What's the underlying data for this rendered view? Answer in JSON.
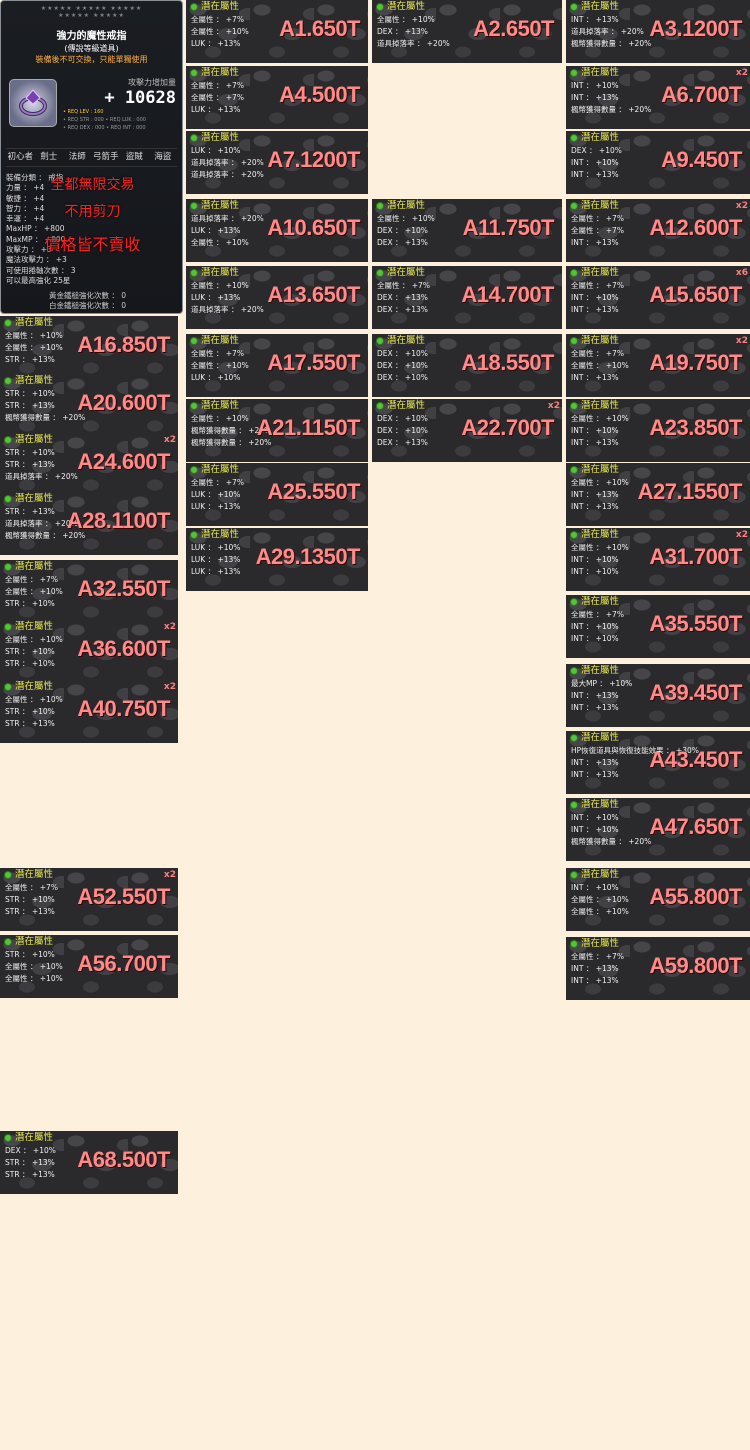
{
  "tooltip": {
    "stars": "★★★★★ ★★★★★ ★★★★★\n★★★★★ ★★★★★",
    "item_name": "強力的魔性戒指",
    "grade": "(傳說等級道具)",
    "restriction": "裝備後不可交換，只能單獨使用",
    "atk_label": "攻擊力增加量",
    "atk_value": "+ 10628",
    "req_line1": "• REQ LEV : 160",
    "req_line2": "• REQ STR : 000 • REQ LUK : 000",
    "req_line3": "• REQ DEX : 000 • REQ INT : 000",
    "jobs": [
      "初心者",
      "劍士",
      "法師",
      "弓箭手",
      "盜賊",
      "海盜"
    ],
    "stats": [
      "裝備分類 ： 戒指",
      "力量 ： +4",
      "敏捷 ： +4",
      "智力 ： +4",
      "幸運 ： +4",
      "MaxHP ： +800",
      "MaxMP ： +800",
      "攻擊力 ： +3",
      "魔法攻擊力 ： +3",
      "可使用捲軸次數 ： 3",
      "可以最高強化 25星"
    ],
    "enhance": [
      "黃金鐵槌強化次數 ： 0",
      "白金鐵槌強化次數 ： 0"
    ],
    "notes": [
      "全都無限交易",
      "不用剪刀",
      "價格皆不賣收"
    ],
    "colors": {
      "note": "#ff2020",
      "restriction": "#ffb13b"
    }
  },
  "potential_title": "潛在屬性",
  "cards": [
    {
      "id": "A1",
      "price": "A1.650T",
      "qty": "",
      "lines": [
        "全屬性 ： +7%",
        "全屬性 ： +10%",
        "LUK ： +13%"
      ]
    },
    {
      "id": "A2",
      "price": "A2.650T",
      "qty": "",
      "lines": [
        "全屬性 ： +10%",
        "DEX ： +13%",
        "道具掉落率 ： +20%"
      ]
    },
    {
      "id": "A3",
      "price": "A3.1200T",
      "qty": "",
      "lines": [
        "INT ： +13%",
        "道具掉落率 ： +20%",
        "楓幣獲得數量 ： +20%"
      ]
    },
    {
      "id": "A4",
      "price": "A4.500T",
      "qty": "",
      "lines": [
        "全屬性 ： +7%",
        "全屬性 ： +7%",
        "LUK ： +13%"
      ]
    },
    {
      "id": "A6",
      "price": "A6.700T",
      "qty": "x2",
      "lines": [
        "INT ： +10%",
        "INT ： +13%",
        "楓幣獲得數量 ： +20%"
      ]
    },
    {
      "id": "A7",
      "price": "A7.1200T",
      "qty": "",
      "lines": [
        "LUK ： +10%",
        "道具掉落率 ： +20%",
        "道具掉落率 ： +20%"
      ]
    },
    {
      "id": "A9",
      "price": "A9.450T",
      "qty": "",
      "lines": [
        "DEX ： +10%",
        "INT ： +10%",
        "INT ： +13%"
      ]
    },
    {
      "id": "A10",
      "price": "A10.650T",
      "qty": "",
      "lines": [
        "道具掉落率 ： +20%",
        "LUK ： +13%",
        "全屬性 ： +10%"
      ]
    },
    {
      "id": "A11",
      "price": "A11.750T",
      "qty": "",
      "lines": [
        "全屬性 ： +10%",
        "DEX ： +10%",
        "DEX ： +13%"
      ]
    },
    {
      "id": "A12",
      "price": "A12.600T",
      "qty": "x2",
      "lines": [
        "全屬性 ： +7%",
        "全屬性 ： +7%",
        "INT ： +13%"
      ]
    },
    {
      "id": "A13",
      "price": "A13.650T",
      "qty": "",
      "lines": [
        "全屬性 ： +10%",
        "LUK ： +13%",
        "道具掉落率 ： +20%"
      ]
    },
    {
      "id": "A14",
      "price": "A14.700T",
      "qty": "",
      "lines": [
        "全屬性 ： +7%",
        "DEX ： +13%",
        "DEX ： +13%"
      ]
    },
    {
      "id": "A15",
      "price": "A15.650T",
      "qty": "x6",
      "lines": [
        "全屬性 ： +7%",
        "INT ： +10%",
        "INT ： +13%"
      ]
    },
    {
      "id": "A16",
      "price": "A16.850T",
      "qty": "",
      "lines": [
        "全屬性 ： +10%",
        "全屬性 ： +10%",
        "STR ： +13%"
      ]
    },
    {
      "id": "A17",
      "price": "A17.550T",
      "qty": "",
      "lines": [
        "全屬性 ： +7%",
        "全屬性 ： +10%",
        "LUK ： +10%"
      ]
    },
    {
      "id": "A18",
      "price": "A18.550T",
      "qty": "",
      "lines": [
        "DEX ： +10%",
        "DEX ： +10%",
        "DEX ： +10%"
      ]
    },
    {
      "id": "A19",
      "price": "A19.750T",
      "qty": "x2",
      "lines": [
        "全屬性 ： +7%",
        "全屬性 ： +10%",
        "INT ： +13%"
      ]
    },
    {
      "id": "A20",
      "price": "A20.600T",
      "qty": "",
      "lines": [
        "STR ： +10%",
        "STR ： +13%",
        "楓幣獲得數量 ： +20%"
      ]
    },
    {
      "id": "A21",
      "price": "A21.1150T",
      "qty": "",
      "lines": [
        "全屬性 ： +10%",
        "楓幣獲得數量 ： +20%",
        "楓幣獲得數量 ： +20%"
      ]
    },
    {
      "id": "A22",
      "price": "A22.700T",
      "qty": "x2",
      "lines": [
        "DEX ： +10%",
        "DEX ： +10%",
        "DEX ： +13%"
      ]
    },
    {
      "id": "A23",
      "price": "A23.850T",
      "qty": "",
      "lines": [
        "全屬性 ： +10%",
        "INT ： +10%",
        "INT ： +13%"
      ]
    },
    {
      "id": "A24",
      "price": "A24.600T",
      "qty": "x2",
      "lines": [
        "STR ： +10%",
        "STR ： +13%",
        "道具掉落率 ： +20%"
      ]
    },
    {
      "id": "A25",
      "price": "A25.550T",
      "qty": "",
      "lines": [
        "全屬性 ： +7%",
        "LUK ： +10%",
        "LUK ： +13%"
      ]
    },
    {
      "id": "A27",
      "price": "A27.1550T",
      "qty": "",
      "lines": [
        "全屬性 ： +10%",
        "INT ： +13%",
        "INT ： +13%"
      ]
    },
    {
      "id": "A28",
      "price": "A28.1100T",
      "qty": "",
      "lines": [
        "STR ： +13%",
        "道具掉落率 ： +20%",
        "楓幣獲得數量 ： +20%"
      ]
    },
    {
      "id": "A29",
      "price": "A29.1350T",
      "qty": "",
      "lines": [
        "LUK ： +10%",
        "LUK ： +13%",
        "LUK ： +13%"
      ]
    },
    {
      "id": "A31",
      "price": "A31.700T",
      "qty": "x2",
      "lines": [
        "全屬性 ： +10%",
        "INT ： +10%",
        "INT ： +10%"
      ]
    },
    {
      "id": "A32",
      "price": "A32.550T",
      "qty": "",
      "lines": [
        "全屬性 ： +7%",
        "全屬性 ： +10%",
        "STR ： +10%"
      ]
    },
    {
      "id": "A35",
      "price": "A35.550T",
      "qty": "",
      "lines": [
        "全屬性 ： +7%",
        "INT ： +10%",
        "INT ： +10%"
      ]
    },
    {
      "id": "A36",
      "price": "A36.600T",
      "qty": "x2",
      "lines": [
        "全屬性 ： +10%",
        "STR ： +10%",
        "STR ： +10%"
      ]
    },
    {
      "id": "A39",
      "price": "A39.450T",
      "qty": "",
      "lines": [
        "最大MP ： +10%",
        "INT ： +13%",
        "INT ： +13%"
      ]
    },
    {
      "id": "A40",
      "price": "A40.750T",
      "qty": "x2",
      "lines": [
        "全屬性 ： +10%",
        "STR ： +10%",
        "STR ： +13%"
      ]
    },
    {
      "id": "A43",
      "price": "A43.450T",
      "qty": "",
      "lines": [
        "HP恢復道具與恢復技能效果 ： +30%",
        "INT ： +13%",
        "INT ： +13%"
      ]
    },
    {
      "id": "A47",
      "price": "A47.650T",
      "qty": "",
      "lines": [
        "INT ： +10%",
        "INT ： +10%",
        "楓幣獲得數量 ： +20%"
      ]
    },
    {
      "id": "A52",
      "price": "A52.550T",
      "qty": "x2",
      "lines": [
        "全屬性 ： +7%",
        "STR ： +10%",
        "STR ： +13%"
      ]
    },
    {
      "id": "A55",
      "price": "A55.800T",
      "qty": "",
      "lines": [
        "INT ： +10%",
        "全屬性 ： +10%",
        "全屬性 ： +10%"
      ]
    },
    {
      "id": "A56",
      "price": "A56.700T",
      "qty": "",
      "lines": [
        "STR ： +10%",
        "全屬性 ： +10%",
        "全屬性 ： +10%"
      ]
    },
    {
      "id": "A59",
      "price": "A59.800T",
      "qty": "",
      "lines": [
        "全屬性 ： +7%",
        "INT ： +13%",
        "INT ： +13%"
      ]
    },
    {
      "id": "A68",
      "price": "A68.500T",
      "qty": "",
      "lines": [
        "DEX ： +10%",
        "STR ： +13%",
        "STR ： +13%"
      ]
    }
  ]
}
